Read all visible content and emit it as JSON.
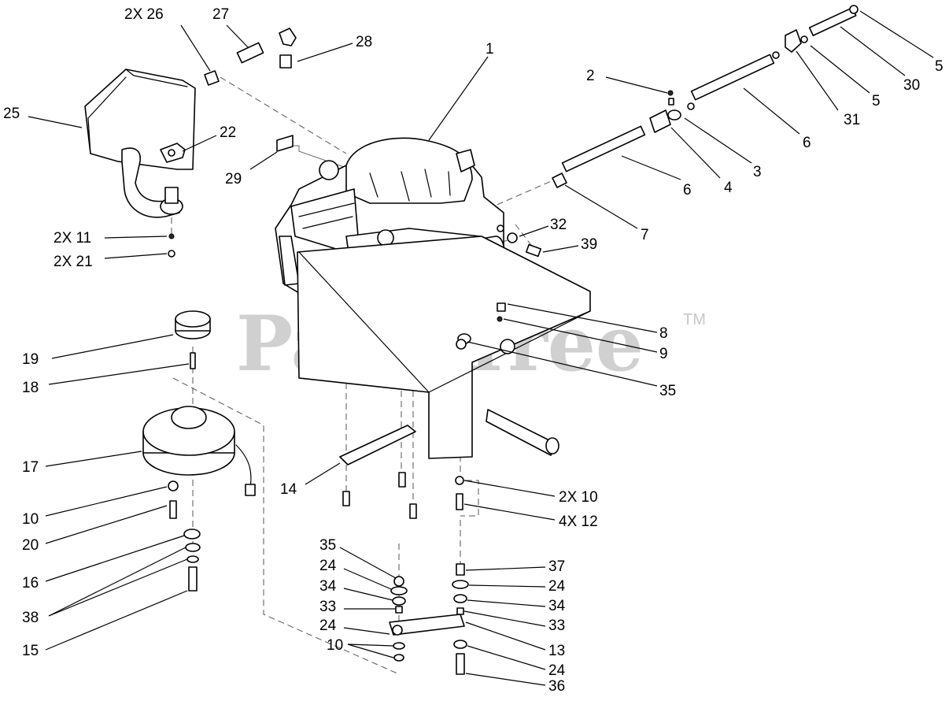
{
  "watermark": {
    "text": "PartsTree",
    "mark": "TM"
  },
  "callouts": [
    {
      "id": "c-2x26",
      "text": "2X 26"
    },
    {
      "id": "c-27",
      "text": "27"
    },
    {
      "id": "c-28",
      "text": "28"
    },
    {
      "id": "c-1",
      "text": "1"
    },
    {
      "id": "c-2",
      "text": "2"
    },
    {
      "id": "c-5a",
      "text": "5"
    },
    {
      "id": "c-30",
      "text": "30"
    },
    {
      "id": "c-5b",
      "text": "5"
    },
    {
      "id": "c-31",
      "text": "31"
    },
    {
      "id": "c-6a",
      "text": "6"
    },
    {
      "id": "c-3",
      "text": "3"
    },
    {
      "id": "c-4",
      "text": "4"
    },
    {
      "id": "c-6b",
      "text": "6"
    },
    {
      "id": "c-7",
      "text": "7"
    },
    {
      "id": "c-25",
      "text": "25"
    },
    {
      "id": "c-22",
      "text": "22"
    },
    {
      "id": "c-29",
      "text": "29"
    },
    {
      "id": "c-32",
      "text": "32"
    },
    {
      "id": "c-39",
      "text": "39"
    },
    {
      "id": "c-2x11",
      "text": "2X 11"
    },
    {
      "id": "c-2x21",
      "text": "2X 21"
    },
    {
      "id": "c-8",
      "text": "8"
    },
    {
      "id": "c-9",
      "text": "9"
    },
    {
      "id": "c-35a",
      "text": "35"
    },
    {
      "id": "c-19",
      "text": "19"
    },
    {
      "id": "c-18",
      "text": "18"
    },
    {
      "id": "c-17",
      "text": "17"
    },
    {
      "id": "c-14",
      "text": "14"
    },
    {
      "id": "c-2x10",
      "text": "2X 10"
    },
    {
      "id": "c-4x12",
      "text": "4X 12"
    },
    {
      "id": "c-10a",
      "text": "10"
    },
    {
      "id": "c-20",
      "text": "20"
    },
    {
      "id": "c-16",
      "text": "16"
    },
    {
      "id": "c-38",
      "text": "38"
    },
    {
      "id": "c-15",
      "text": "15"
    },
    {
      "id": "c-35b",
      "text": "35"
    },
    {
      "id": "c-24a",
      "text": "24"
    },
    {
      "id": "c-34a",
      "text": "34"
    },
    {
      "id": "c-33a",
      "text": "33"
    },
    {
      "id": "c-24b",
      "text": "24"
    },
    {
      "id": "c-10b",
      "text": "10"
    },
    {
      "id": "c-37",
      "text": "37"
    },
    {
      "id": "c-24c",
      "text": "24"
    },
    {
      "id": "c-34b",
      "text": "34"
    },
    {
      "id": "c-33b",
      "text": "33"
    },
    {
      "id": "c-13",
      "text": "13"
    },
    {
      "id": "c-24d",
      "text": "24"
    },
    {
      "id": "c-36",
      "text": "36"
    }
  ]
}
